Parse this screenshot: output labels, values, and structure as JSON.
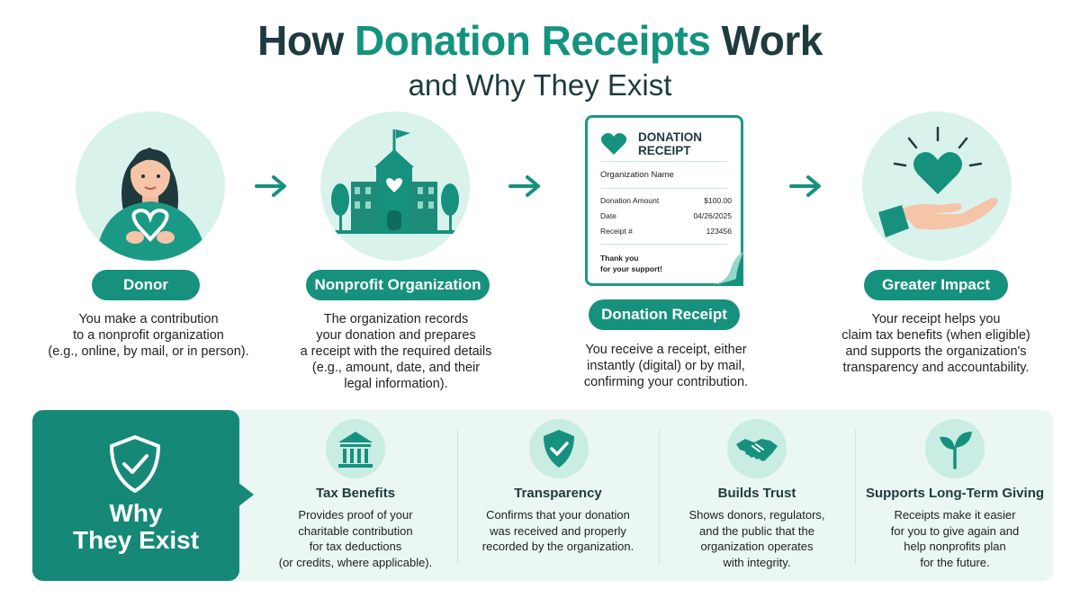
{
  "header": {
    "title_part1": "How ",
    "title_accent": "Donation Receipts",
    "title_part2": " Work",
    "subtitle": "and Why They Exist"
  },
  "steps": [
    {
      "label": "Donor",
      "description": "You make a contribution\nto a nonprofit organization\n(e.g., online, by mail, or in person).",
      "icon": "person-holding-heart"
    },
    {
      "label": "Nonprofit Organization",
      "description": "The organization records\nyour donation and prepares\na receipt with the required details\n(e.g., amount, date, and their\nlegal information).",
      "icon": "nonprofit-building"
    },
    {
      "label": "Donation Receipt",
      "description": "You receive a receipt, either\ninstantly (digital) or by mail,\nconfirming your contribution.",
      "icon": "receipt-document"
    },
    {
      "label": "Greater Impact",
      "description": "Your receipt helps you\nclaim tax benefits (when eligible)\nand supports the organization's\ntransparency and accountability.",
      "icon": "hand-with-heart"
    }
  ],
  "receipt": {
    "heading": "DONATION\nRECEIPT",
    "org_name": "Organization Name",
    "rows": [
      {
        "label": "Donation Amount",
        "value": "$100.00"
      },
      {
        "label": "Date",
        "value": "04/26/2025"
      },
      {
        "label": "Receipt #",
        "value": "123456"
      }
    ],
    "thanks": "Thank you\nfor your support!"
  },
  "why": {
    "title": "Why\nThey Exist",
    "icon": "shield-check",
    "reasons": [
      {
        "title": "Tax Benefits",
        "description": "Provides proof of your\ncharitable contribution\nfor tax deductions\n(or credits, where applicable).",
        "icon": "bank-icon"
      },
      {
        "title": "Transparency",
        "description": "Confirms that your donation\nwas received and properly\nrecorded by the organization.",
        "icon": "shield-check-icon"
      },
      {
        "title": "Builds Trust",
        "description": "Shows donors, regulators,\nand the public that the\norganization operates\nwith integrity.",
        "icon": "handshake-icon"
      },
      {
        "title": "Supports Long-Term Giving",
        "description": "Receipts make it easier\nfor you to give again and\nhelp nonprofits plan\nfor the future.",
        "icon": "sprout-icon"
      }
    ]
  },
  "colors": {
    "accent": "#14937f",
    "dark": "#1e3b3d",
    "light": "#d9f2ec",
    "panel": "#eaf7f3"
  }
}
